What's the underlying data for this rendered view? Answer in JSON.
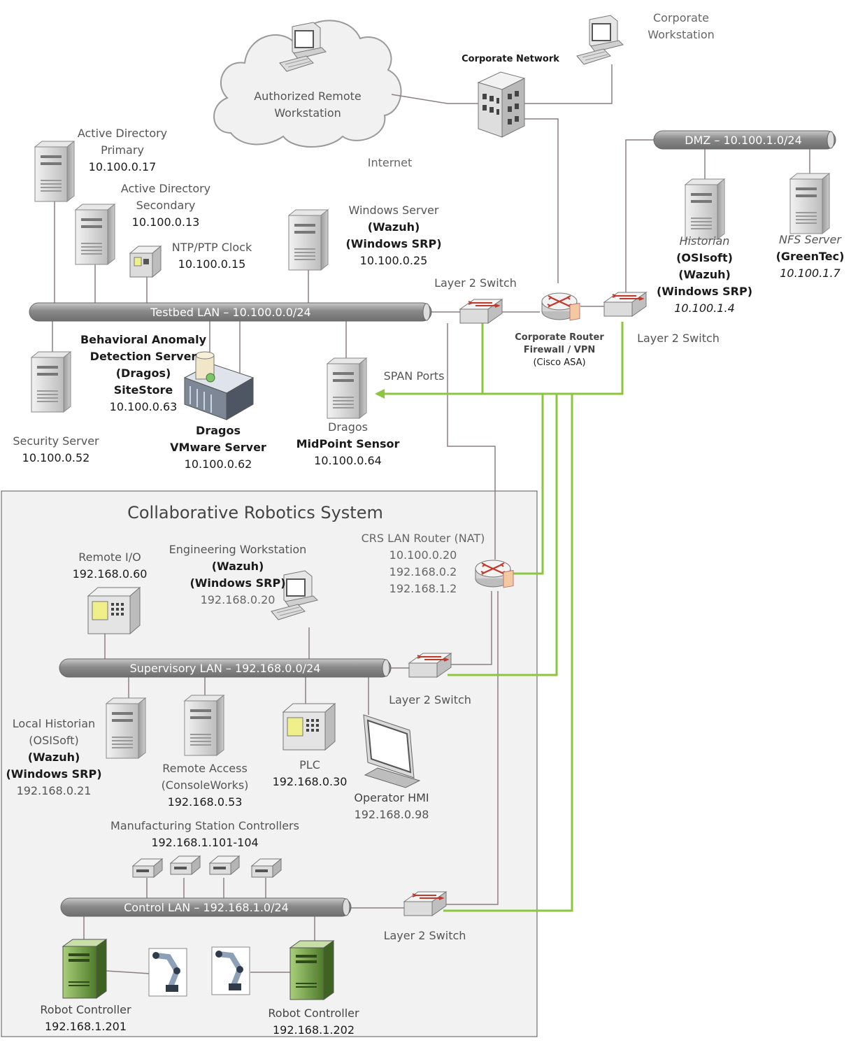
{
  "internet": {
    "cloud_label_1": "Authorized Remote",
    "cloud_label_2": "Workstation",
    "internet_label": "Internet"
  },
  "corporate": {
    "network_label": "Corporate Network",
    "workstation_1": "Corporate",
    "workstation_2": "Workstation",
    "router_1": "Corporate Router",
    "router_2": "Firewall / VPN",
    "router_3": "(Cisco ASA)"
  },
  "dmz": {
    "lan_label": "DMZ – 10.100.1.0/24",
    "historian": [
      "Historian",
      "(OSIsoft)",
      "(Wazuh)",
      "(Windows SRP)",
      "10.100.1.4"
    ],
    "nfs": [
      "NFS Server",
      "(GreenTec)",
      "10.100.1.7"
    ],
    "switch_label": "Layer 2 Switch"
  },
  "testbed": {
    "lan_label": "Testbed LAN – 10.100.0.0/24",
    "ad_primary": [
      "Active Directory",
      "Primary",
      "10.100.0.17"
    ],
    "ad_secondary": [
      "Active Directory",
      "Secondary",
      "10.100.0.13"
    ],
    "ntp": [
      "NTP/PTP Clock",
      "10.100.0.15"
    ],
    "windows_server": [
      "Windows Server",
      "(Wazuh)",
      "(Windows SRP)",
      "10.100.0.25"
    ],
    "switch_label": "Layer 2 Switch",
    "security_server": [
      "Security Server",
      "10.100.0.52"
    ],
    "bad": [
      "Behavioral Anomaly",
      "Detection Server",
      "(Dragos)",
      "SiteStore",
      "10.100.0.63"
    ],
    "vmware": [
      "Dragos",
      "VMware Server",
      "10.100.0.62"
    ],
    "midpoint": [
      "Dragos",
      "MidPoint Sensor",
      "10.100.0.64"
    ],
    "span_label": "SPAN Ports"
  },
  "crs": {
    "title": "Collaborative Robotics System",
    "router": [
      "CRS LAN Router (NAT)",
      "10.100.0.20",
      "192.168.0.2",
      "192.168.1.2"
    ],
    "remote_io": [
      "Remote I/O",
      "192.168.0.60"
    ],
    "eng_ws": [
      "Engineering Workstation",
      "(Wazuh)",
      "(Windows SRP)",
      "192.168.0.20"
    ],
    "supervisory_lan": "Supervisory LAN – 192.168.0.0/24",
    "sup_switch": "Layer 2 Switch",
    "local_historian": [
      "Local Historian",
      "(OSISoft)",
      "(Wazuh)",
      "(Windows SRP)",
      "192.168.0.21"
    ],
    "remote_access": [
      "Remote Access",
      "(ConsoleWorks)",
      "192.168.0.53"
    ],
    "plc": [
      "PLC",
      "192.168.0.30"
    ],
    "hmi": [
      "Operator HMI",
      "192.168.0.98"
    ],
    "msc": [
      "Manufacturing Station Controllers",
      "192.168.1.101-104"
    ],
    "control_lan": "Control LAN – 192.168.1.0/24",
    "ctrl_switch": "Layer 2 Switch",
    "robot1": [
      "Robot Controller",
      "192.168.1.201"
    ],
    "robot2": [
      "Robot Controller",
      "192.168.1.202"
    ]
  },
  "colors": {
    "span_green": "#8cc63f",
    "wire_grey": "#8a7f86",
    "lan_fill": "#8f8f8f"
  }
}
